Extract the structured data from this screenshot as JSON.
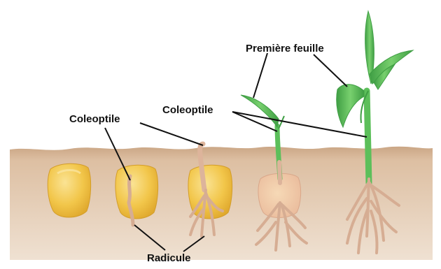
{
  "labels": {
    "coleoptile_left": "Coleoptile",
    "coleoptile_right": "Coleoptile",
    "premiere_feuille": "Première feuille",
    "radicule": "Radicule"
  },
  "colors": {
    "soil": "#d9b99a",
    "seed": "#f2c64a",
    "seed_highlight": "#f9df86",
    "root": "#d6ad93",
    "root_light": "#e8c8b2",
    "leaf": "#5cbf5a",
    "leaf_dark": "#3f9e44",
    "line": "#111111"
  }
}
